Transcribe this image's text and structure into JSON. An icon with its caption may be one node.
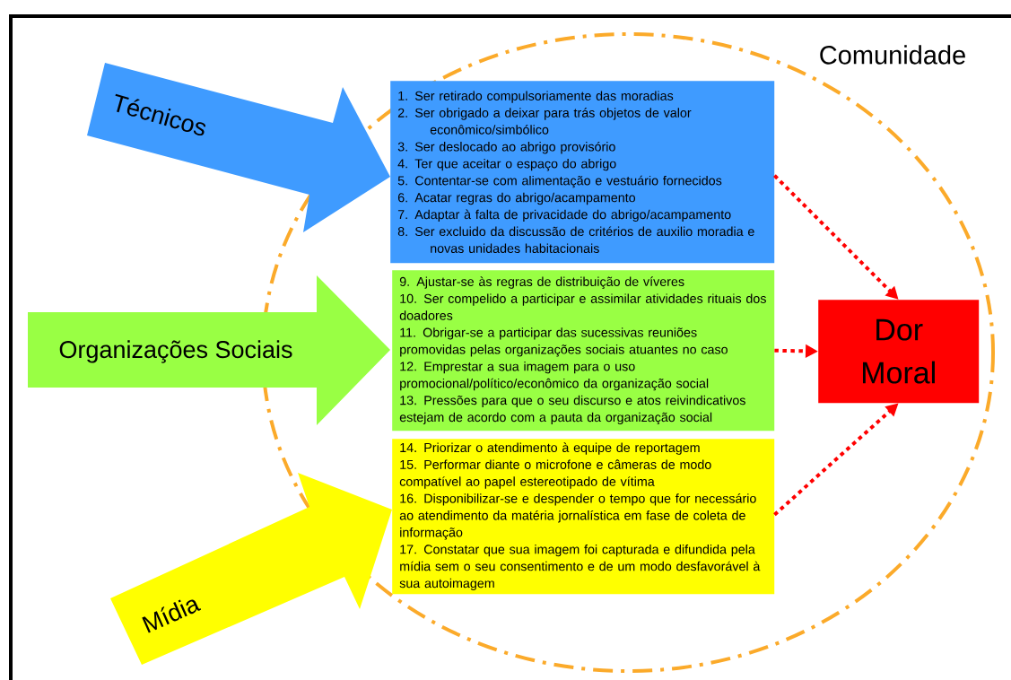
{
  "diagram": {
    "nodes": [
      {
        "text": [
          "Técnicos"
        ]
      },
      {
        "text": [
          "Organizações Sociais"
        ]
      },
      {
        "text": [
          "Mídia"
        ]
      },
      {
        "text": [
          "Comunidade"
        ]
      },
      {
        "text": [
          "1. Ser retirado compulsoriamente das moradias",
          "2. Ser obrigado a deixar para trás objetos de valor econômico/simbólico",
          "3. Ser deslocado ao abrigo provisório",
          "4. Ter que aceitar o espaço do abrigo",
          "5. Contentar-se com alimentação e vestuário fornecidos",
          "6. Acatar regras do abrigo/acampamento",
          "7. Adaptar à falta de privacidade do abrigo/acampamento",
          "8. Ser excluido da discussão de critérios de auxilio moradia e novas unidades habitacionais"
        ],
        "in": 3
      },
      {
        "text": [
          "9. Ajustar-se às regras de distribuição de víveres",
          "10. Ser compelido a participar e assimilar atividades rituais dos doadores",
          "11. Obrigar-se a participar das sucessivas reuniões promovidas pelas organizações sociais atuantes no caso",
          "12. Emprestar a sua imagem para o uso promocional/político/econômico da organização social",
          "13. Pressões para que o seu discurso e atos reivindicativos estejam de acordo com a pauta da organização social"
        ],
        "in": 3
      },
      {
        "text": [
          "14. Priorizar o atendimento à equipe de reportagem",
          "15. Performar diante o microfone e câmeras de modo compatível ao papel estereotipado de vítima",
          "16. Disponibilizar-se e despender o tempo que for necessário ao atendimento da matéria jornalística em fase de coleta de informação",
          "17. Constatar que sua imagem foi capturada e difundida pela mídia sem o seu consentimento e de um modo desfavorável à sua autoimagem"
        ],
        "in": 3
      },
      {
        "text": [
          "Dor Moral"
        ],
        "in": 3
      }
    ],
    "edges": [
      {
        "from": 4,
        "to": 7,
        "arrow": "to",
        "style": "dashed"
      },
      {
        "from": 5,
        "to": 7,
        "arrow": "to",
        "style": "dashed"
      },
      {
        "from": 6,
        "to": 7,
        "arrow": "to",
        "style": "dashed"
      }
    ]
  }
}
